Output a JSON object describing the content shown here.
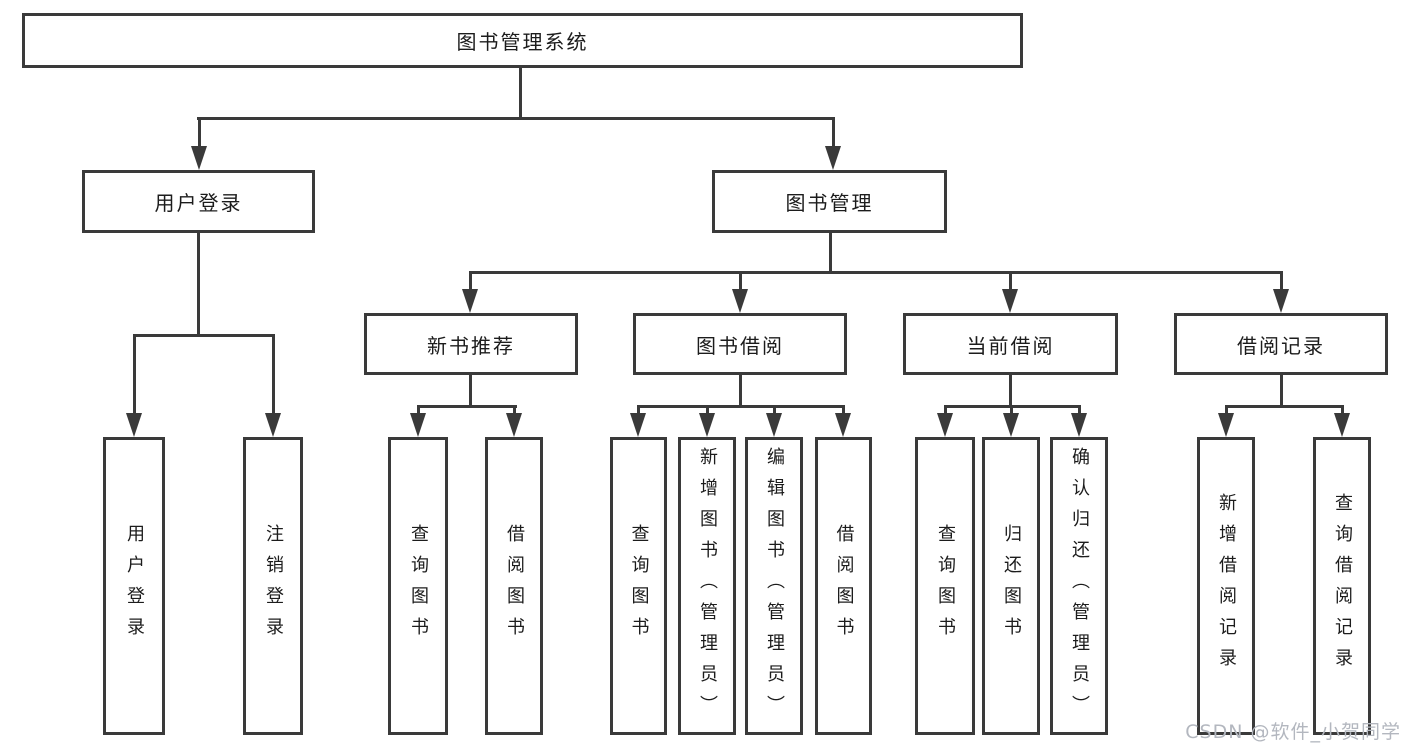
{
  "diagram": {
    "root": {
      "label": "图书管理系统"
    },
    "branches": [
      {
        "label": "用户登录",
        "children": [
          "用户登录",
          "注销登录"
        ]
      },
      {
        "label": "图书管理",
        "children": [
          {
            "label": "新书推荐",
            "children": [
              "查询图书",
              "借阅图书"
            ]
          },
          {
            "label": "图书借阅",
            "children": [
              "查询图书",
              "新增图书（管理员）",
              "编辑图书（管理员）",
              "借阅图书"
            ]
          },
          {
            "label": "当前借阅",
            "children": [
              "查询图书",
              "归还图书",
              "确认归还（管理员）"
            ]
          },
          {
            "label": "借阅记录",
            "children": [
              "新增借阅记录",
              "查询借阅记录"
            ]
          }
        ]
      }
    ],
    "watermark": "CSDN @软件_小贺同学",
    "colors": {
      "line": "#3a3a3a",
      "text": "#1c1c1c",
      "background": "#ffffff",
      "watermark": "#b3b7bf"
    }
  }
}
